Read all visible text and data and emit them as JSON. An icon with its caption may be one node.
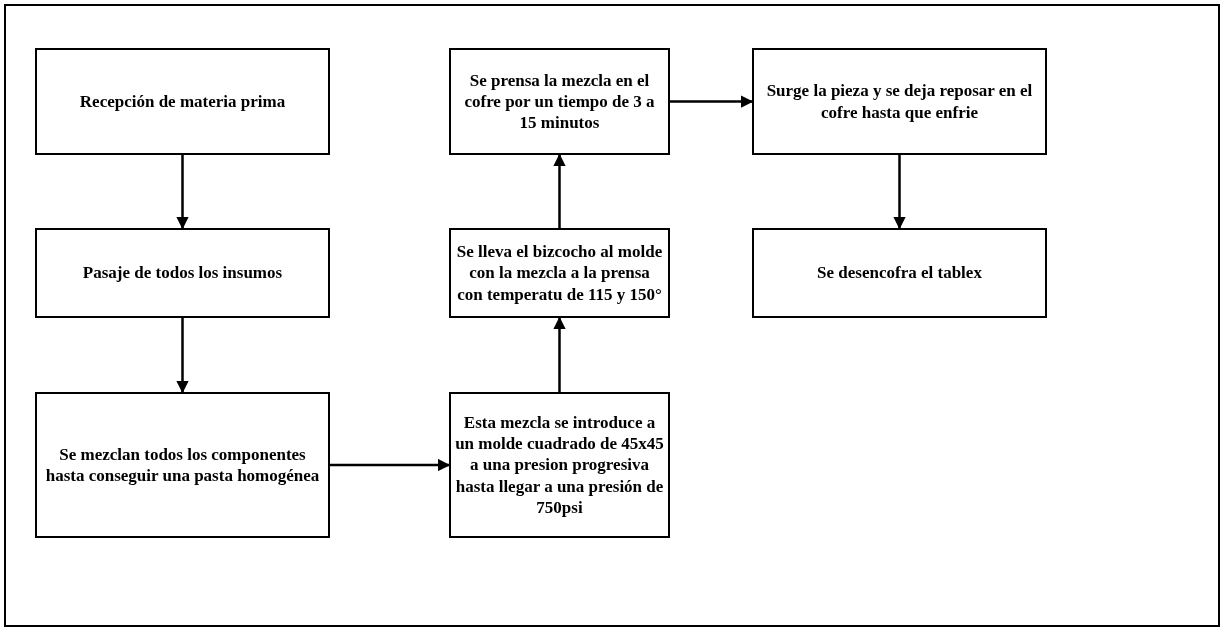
{
  "diagram": {
    "nodes": [
      {
        "text": [
          "Recepción de materia prima"
        ]
      },
      {
        "text": [
          "Pasaje de todos los insumos"
        ]
      },
      {
        "text": [
          "Se mezclan todos los componentes hasta conseguir una pasta homogénea"
        ]
      },
      {
        "text": [
          "Esta mezcla se introduce a un molde cuadrado de 45x45 a una presion progresiva hasta llegar a una presión de 750psi"
        ]
      },
      {
        "text": [
          "Se lleva el bizcocho al molde con la mezcla a la prensa con temperatu de 115 y 150°"
        ]
      },
      {
        "text": [
          "Se prensa la mezcla en el cofre por un tiempo de 3 a 15 minutos"
        ]
      },
      {
        "text": [
          "Surge la pieza y se deja reposar en el cofre hasta que enfrie"
        ]
      },
      {
        "text": [
          "Se desencofra el tablex"
        ]
      }
    ],
    "edges": [
      {
        "from": 0,
        "to": 1,
        "arrow": "to"
      },
      {
        "from": 1,
        "to": 2,
        "arrow": "to"
      },
      {
        "from": 2,
        "to": 3,
        "arrow": "to"
      },
      {
        "from": 3,
        "to": 4,
        "arrow": "to"
      },
      {
        "from": 4,
        "to": 5,
        "arrow": "to"
      },
      {
        "from": 5,
        "to": 6,
        "arrow": "to"
      },
      {
        "from": 6,
        "to": 7,
        "arrow": "to"
      }
    ]
  }
}
